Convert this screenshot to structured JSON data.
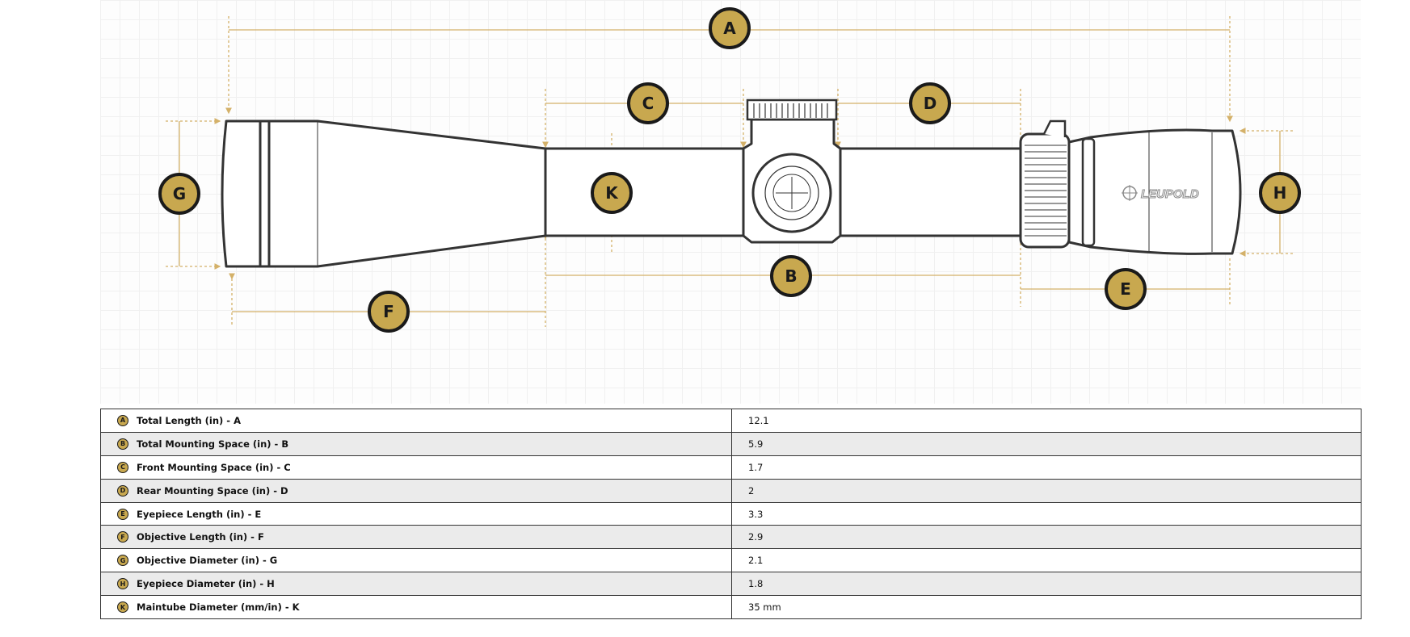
{
  "diagram": {
    "markers": [
      "A",
      "B",
      "C",
      "D",
      "E",
      "F",
      "G",
      "H",
      "K"
    ],
    "brand": "LEUPOLD",
    "colors": {
      "accent": "#c8a84f",
      "line": "#333333",
      "dimension": "#d4b169"
    }
  },
  "specs": [
    {
      "letter": "A",
      "label": "Total Length (in) - A",
      "value": "12.1"
    },
    {
      "letter": "B",
      "label": "Total Mounting Space (in) - B",
      "value": "5.9"
    },
    {
      "letter": "C",
      "label": "Front Mounting Space (in) - C",
      "value": "1.7"
    },
    {
      "letter": "D",
      "label": "Rear Mounting Space (in) - D",
      "value": "2"
    },
    {
      "letter": "E",
      "label": "Eyepiece Length (in) - E",
      "value": "3.3"
    },
    {
      "letter": "F",
      "label": "Objective Length (in) - F",
      "value": "2.9"
    },
    {
      "letter": "G",
      "label": "Objective Diameter (in) - G",
      "value": "2.1"
    },
    {
      "letter": "H",
      "label": "Eyepiece Diameter (in) - H",
      "value": "1.8"
    },
    {
      "letter": "K",
      "label": "Maintube Diameter (mm/in) - K",
      "value": "35 mm"
    }
  ]
}
